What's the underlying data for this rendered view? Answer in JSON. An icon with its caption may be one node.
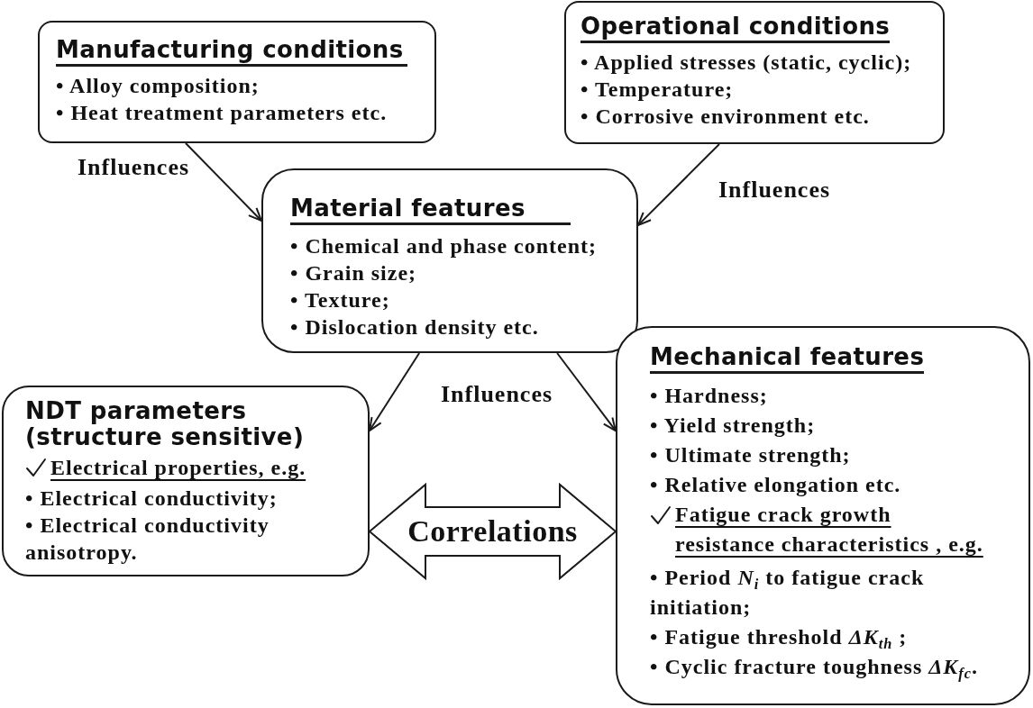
{
  "diagram": {
    "nodes": [
      {
        "text": [
          "Manufacturing conditions",
          "• Alloy composition;",
          "• Heat treatment parameters etc."
        ]
      },
      {
        "text": [
          "Operational conditions",
          "• Applied stresses (static, cyclic);",
          "• Temperature;",
          "• Corrosive environment etc."
        ]
      },
      {
        "text": [
          "Material features",
          "• Chemical and phase content;",
          "• Grain size;",
          "• Texture;",
          "• Dislocation density etc."
        ]
      },
      {
        "text": [
          "NDT parameters (structure sensitive)",
          "Electrical properties, e.g.",
          "• Electrical conductivity;",
          "• Electrical conductivity anisotropy."
        ]
      },
      {
        "text": [
          "Mechanical features",
          "• Hardness;",
          "• Yield strength;",
          "• Ultimate strength;",
          "• Relative elongation etc.",
          "Fatigue crack growth resistance characteristics , e.g.",
          "• Period *N*$_{i}$ to fatigue crack initiation;",
          "• Fatigue threshold *ΔK*$_{th}$ ;",
          "• Cyclic fracture toughness *ΔK*$_{fc}$."
        ]
      }
    ],
    "edges": [
      {
        "from": 0,
        "to": 2,
        "arrow": "to",
        "label": "Influences"
      },
      {
        "from": 1,
        "to": 2,
        "arrow": "to",
        "label": "Influences"
      },
      {
        "from": 2,
        "to": 3,
        "arrow": "to"
      },
      {
        "from": 2,
        "to": 4,
        "arrow": "to"
      },
      {
        "from": 3,
        "to": 4,
        "arrow": "both",
        "label": "Correlations",
        "style": "thick"
      }
    ],
    "labels": [
      "Influences"
    ]
  }
}
